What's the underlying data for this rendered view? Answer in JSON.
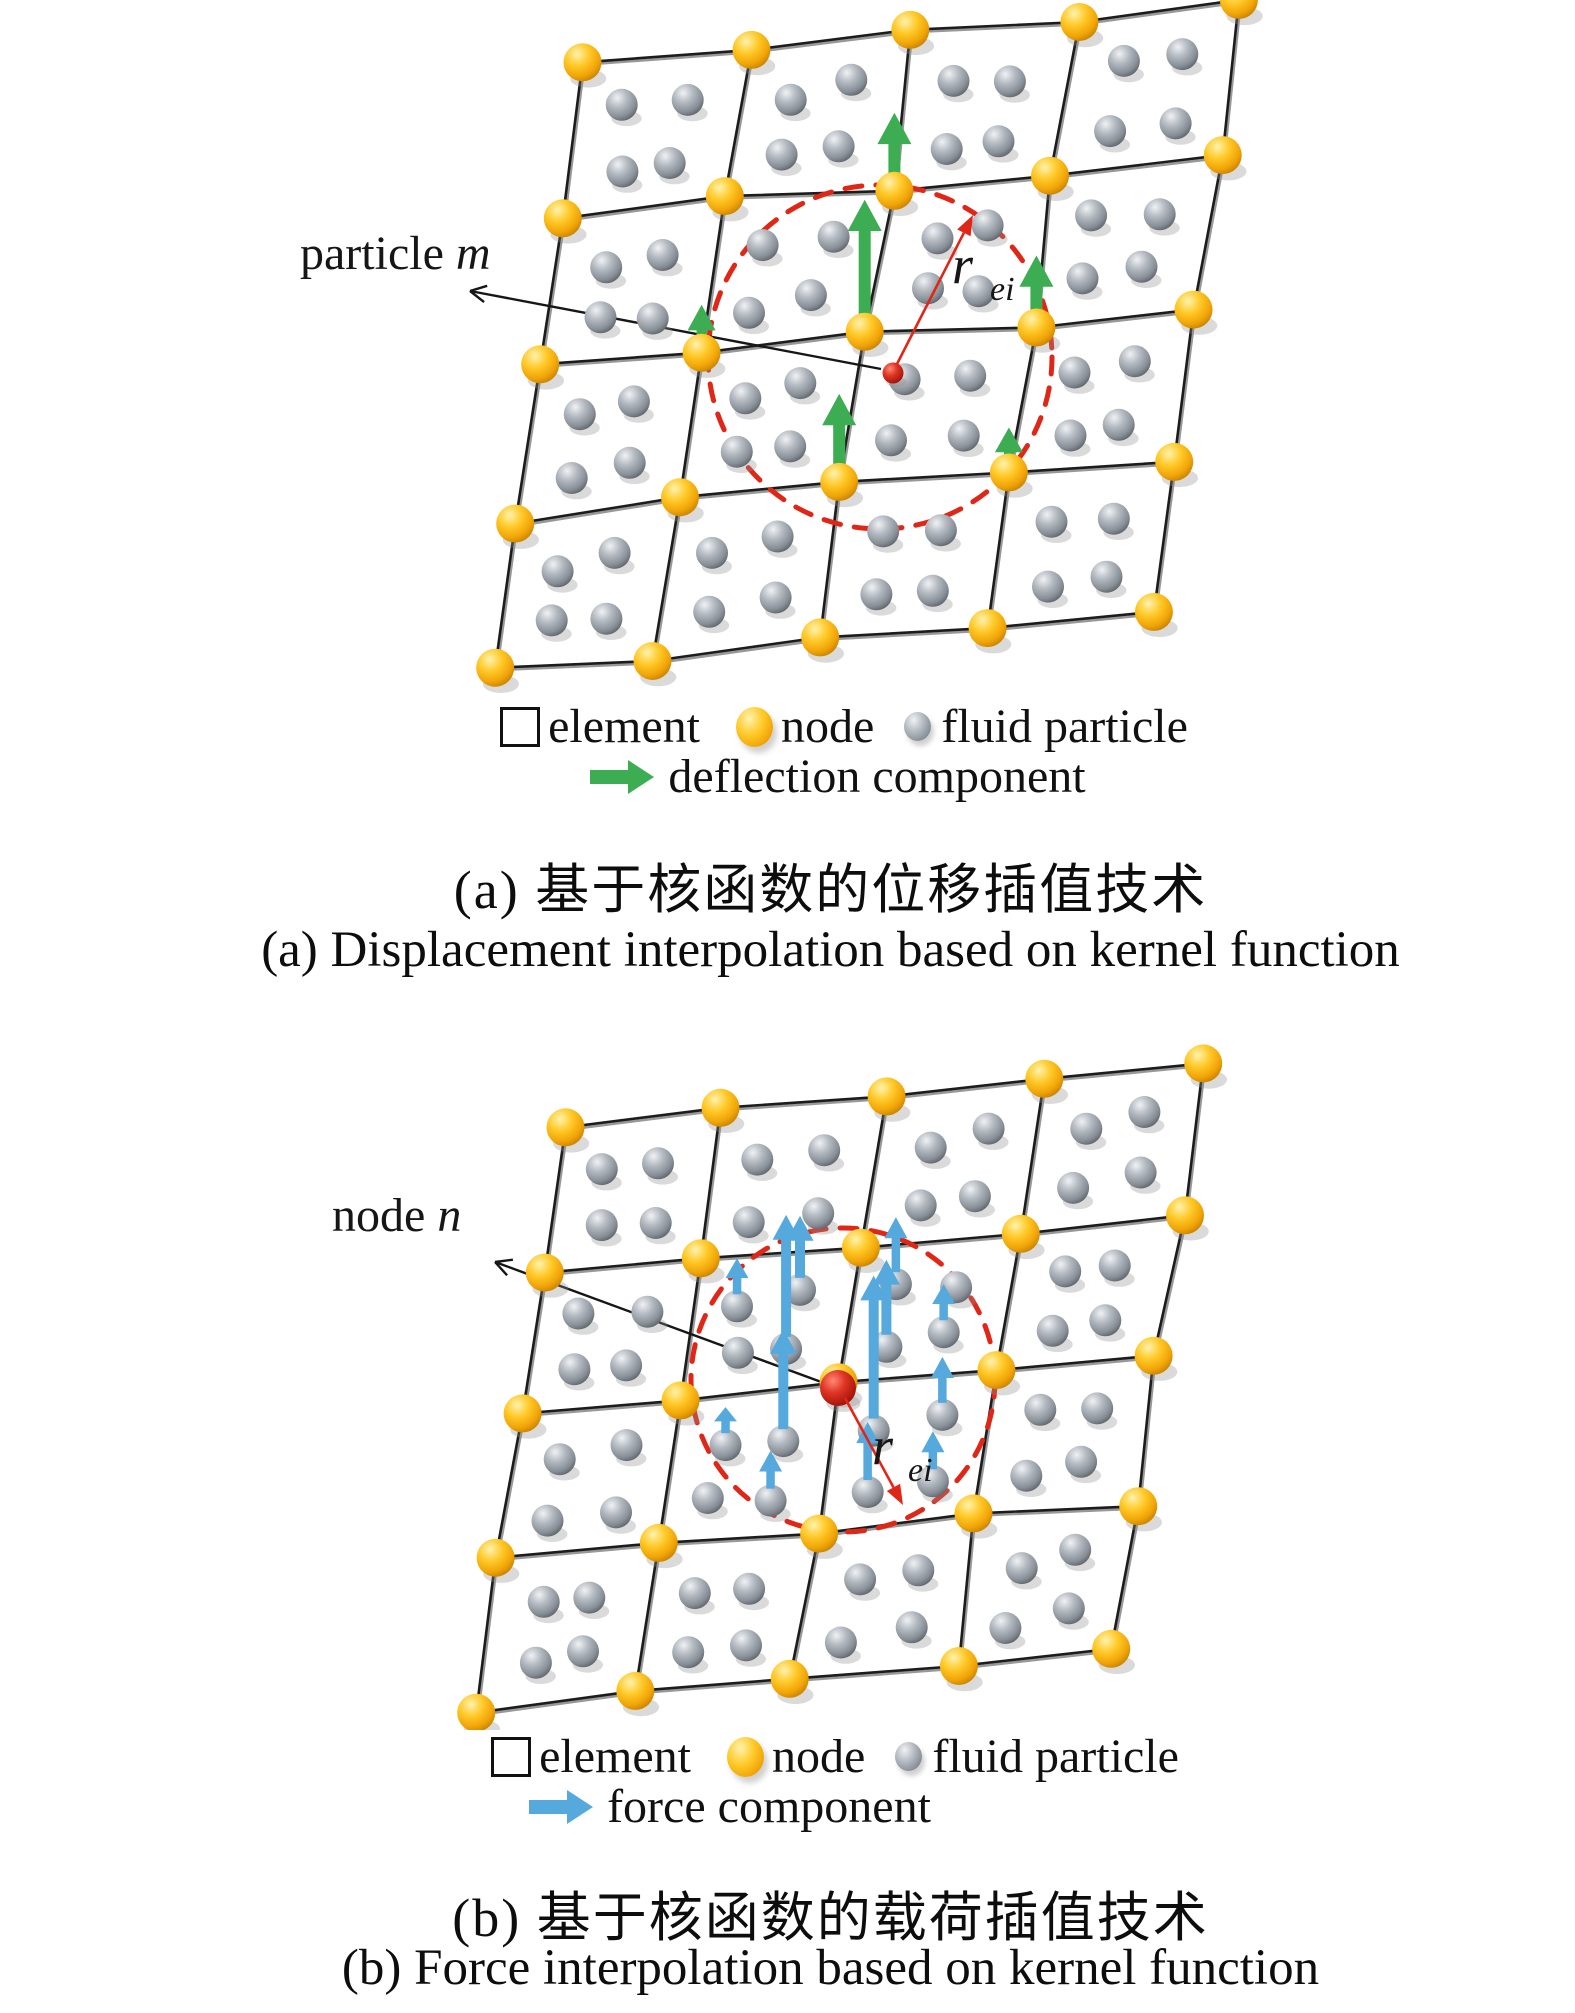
{
  "colors": {
    "node_yellow": "#FBC01E",
    "fluid_particle_gray": "#9AA1A8",
    "deflection_green": "#3CAD52",
    "force_blue": "#55A9DC",
    "kernel_red": "#E02717",
    "mesh_line_black": "#1C1C1C"
  },
  "icons": {
    "element": "black-outline-square",
    "node": "yellow-sphere",
    "fluid_particle": "gray-sphere",
    "deflection": "green-arrow",
    "force": "blue-arrow"
  },
  "figure_a": {
    "particle_label": {
      "prefix": "particle",
      "symbol": "m"
    },
    "radius_label": {
      "base": "r",
      "subscript": "ei"
    },
    "legend": {
      "element": "element",
      "node": "node",
      "fluid_particle": "fluid particle",
      "deflection": "deflection component"
    },
    "caption_zh": "(a) 基于核函数的位移插值技术",
    "caption_en": "(a) Displacement interpolation based on kernel function"
  },
  "figure_b": {
    "node_label": {
      "prefix": "node",
      "symbol": "n"
    },
    "radius_label": {
      "base": "r",
      "subscript": "ei"
    },
    "legend": {
      "element": "element",
      "node": "node",
      "fluid_particle": "fluid particle",
      "force": "force component"
    },
    "caption_zh": "(b) 基于核函数的载荷插值技术",
    "caption_en": "(b) Force interpolation based on kernel function"
  }
}
